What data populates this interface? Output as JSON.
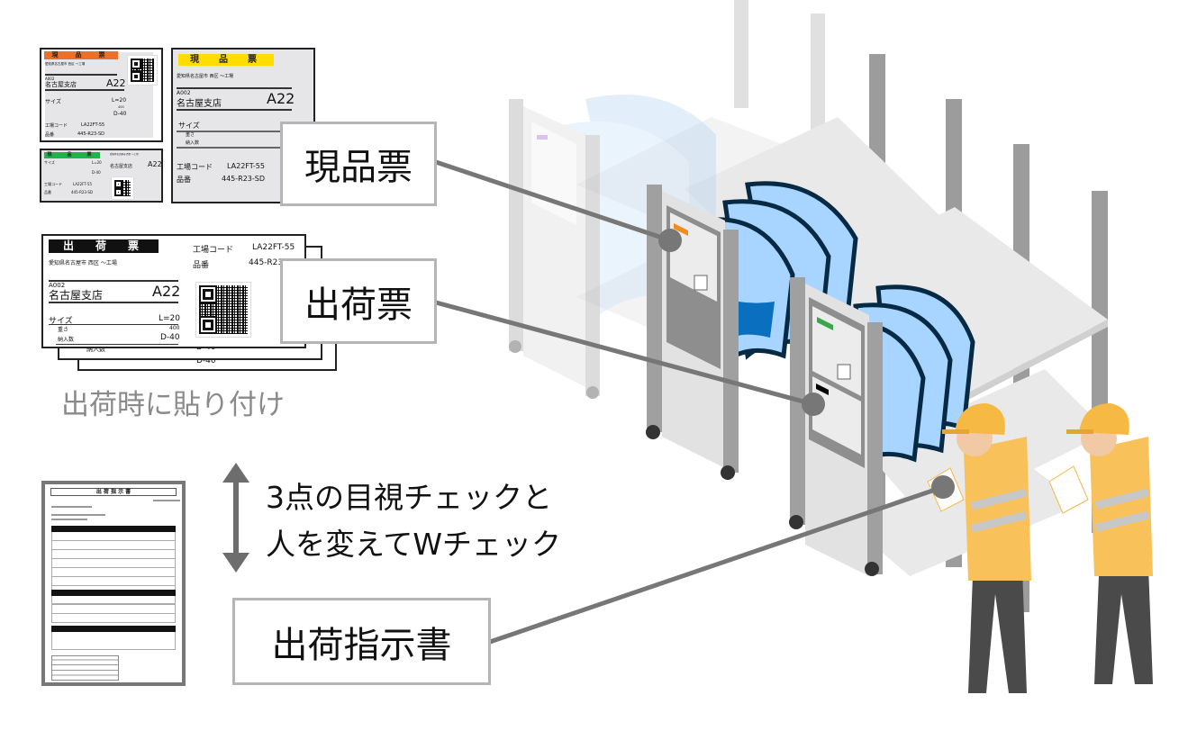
{
  "ticket": {
    "genpin_title": "現　品　票",
    "shukka_title": "出　荷　票",
    "address": "愛知県名古屋市 西区 〜工場",
    "customer_code": "A002",
    "store": "名古屋支店",
    "store_code": "A22",
    "size_label": "サイズ",
    "size_value": "L=20",
    "weight_label": "重さ",
    "weight_value": "400",
    "qty_label": "納入数",
    "qty_value": "D-40",
    "factory_label": "工場コード",
    "factory_value": "LA22FT-55",
    "part_label": "品番",
    "part_value": "445-R23-SD",
    "part_value_cut": "445-R23"
  },
  "colors": {
    "orange": "#e8712b",
    "yellow": "#ffdd00",
    "green": "#22b24c",
    "hat": "#f6b944",
    "vest": "#f9c15a",
    "folder": "#0a6fbf"
  },
  "callouts": {
    "genpinhyo": "現品票",
    "shukkahyo": "出荷票",
    "shukka_shijisho": "出荷指示書"
  },
  "caption": "出荷時に貼り付け",
  "check_text": [
    "3点の目視チェックと",
    "人を変えてWチェック"
  ],
  "document": {
    "title": "出 荷 指 示 書"
  }
}
